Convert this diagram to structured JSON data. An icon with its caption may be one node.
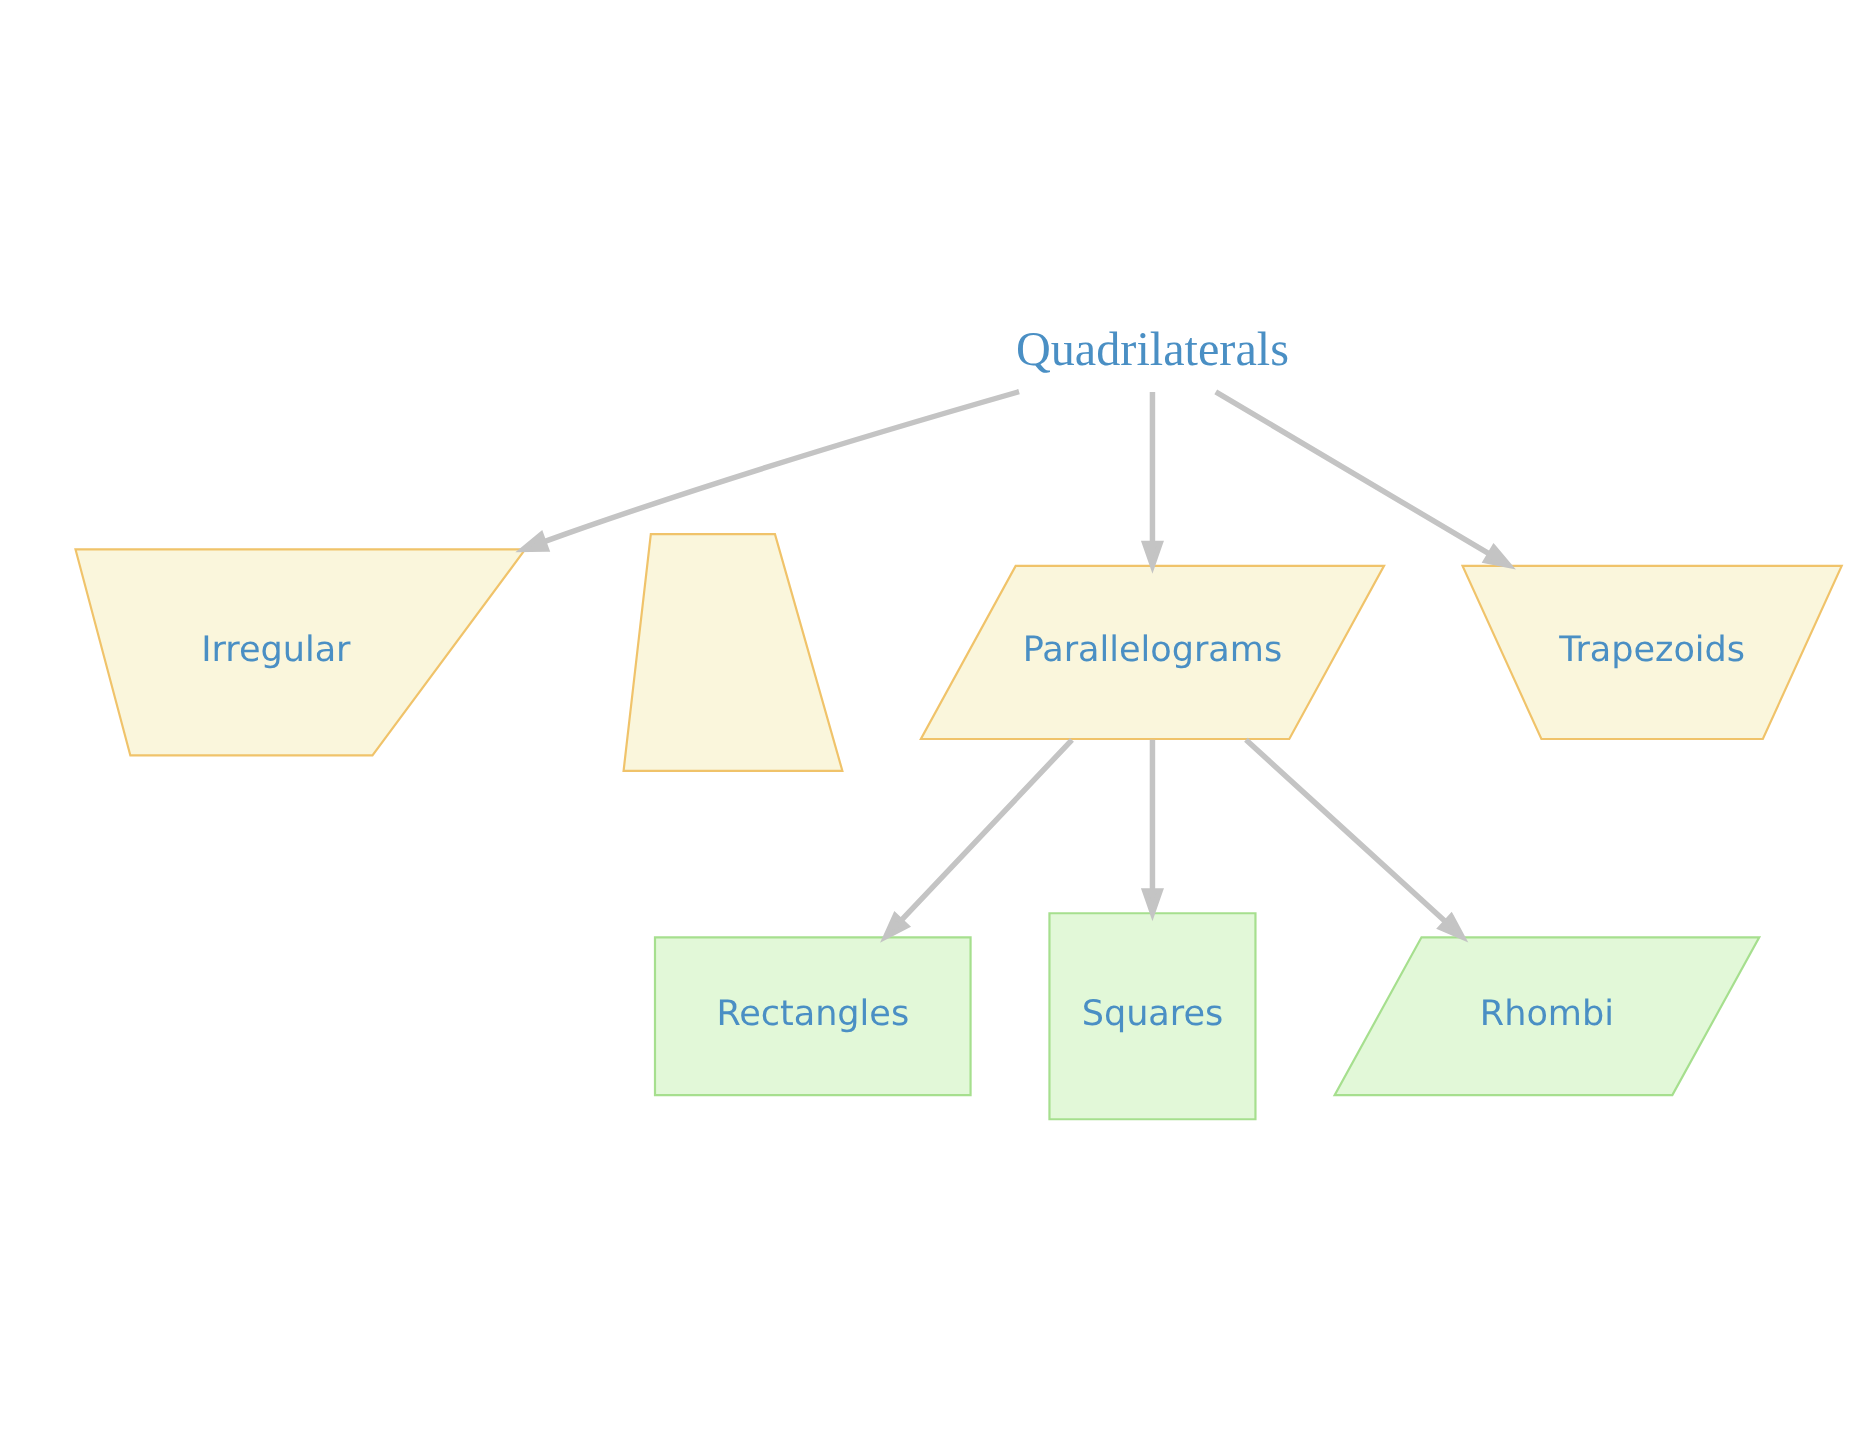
{
  "diagram": {
    "nodes": [
      {
        "text": [
          "Quadrilaterals"
        ]
      },
      {
        "text": [
          "Irregular"
        ]
      },
      {
        "text": [],
        "shape": "polygon"
      },
      {
        "text": [
          "Parallelograms"
        ]
      },
      {
        "text": [
          "Trapezoids"
        ]
      },
      {
        "text": [
          "Rectangles"
        ]
      },
      {
        "text": [
          "Squares"
        ]
      },
      {
        "text": [
          "Rhombi"
        ]
      }
    ],
    "edges": [
      {
        "from": 0,
        "to": 1,
        "arrow": "to"
      },
      {
        "from": 0,
        "to": 3,
        "arrow": "to"
      },
      {
        "from": 0,
        "to": 4,
        "arrow": "to"
      },
      {
        "from": 3,
        "to": 5,
        "arrow": "to"
      },
      {
        "from": 3,
        "to": 6,
        "arrow": "to"
      },
      {
        "from": 3,
        "to": 7,
        "arrow": "to"
      }
    ]
  }
}
